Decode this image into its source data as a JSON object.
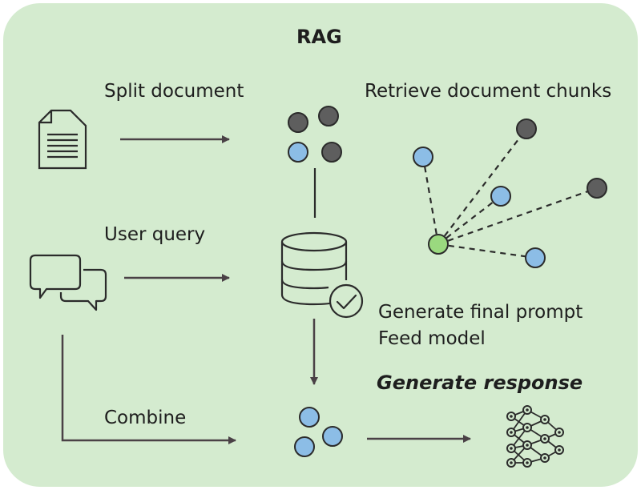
{
  "title": "RAG",
  "labels": {
    "split_document": "Split document",
    "retrieve_chunks": "Retrieve document chunks",
    "user_query": "User query",
    "generate_prompt_line1": "Generate final prompt",
    "generate_prompt_line2": "Feed model",
    "generate_response": "Generate response",
    "combine": "Combine"
  },
  "icons": [
    "document-icon",
    "chat-bubbles-icon",
    "database-check-icon",
    "neural-network-icon"
  ],
  "colors": {
    "background": "#d4ebcf",
    "blue_node": "#8cbde6",
    "dark_node": "#5e5e5e",
    "green_node": "#9ad97f",
    "arrow": "#4a4146",
    "outline": "#2b2b2b"
  }
}
